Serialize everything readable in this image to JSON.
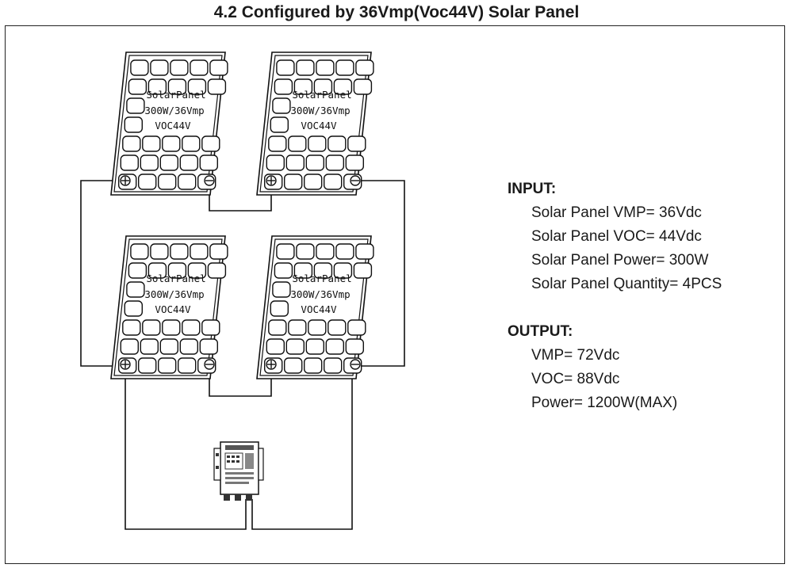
{
  "title": "4.2 Configured by 36Vmp(Voc44V) Solar Panel",
  "panel_label": {
    "line1": "SolarPanel",
    "line2": "300W/36Vmp",
    "line3": "VOC44V"
  },
  "input": {
    "heading": "INPUT:",
    "items": [
      "Solar Panel VMP= 36Vdc",
      "Solar Panel VOC= 44Vdc",
      "Solar Panel Power= 300W",
      "Solar Panel Quantity= 4PCS"
    ]
  },
  "output": {
    "heading": "OUTPUT:",
    "items": [
      "VMP= 72Vdc",
      "VOC= 88Vdc",
      "Power= 1200W(MAX)"
    ]
  },
  "colors": {
    "line": "#111111",
    "cell_fill": "#ffffff",
    "panel_bg": "#ffffff"
  },
  "icons": {
    "positive_terminal": "plus-terminal-icon",
    "negative_terminal": "minus-terminal-icon",
    "controller": "solar-controller-icon"
  }
}
